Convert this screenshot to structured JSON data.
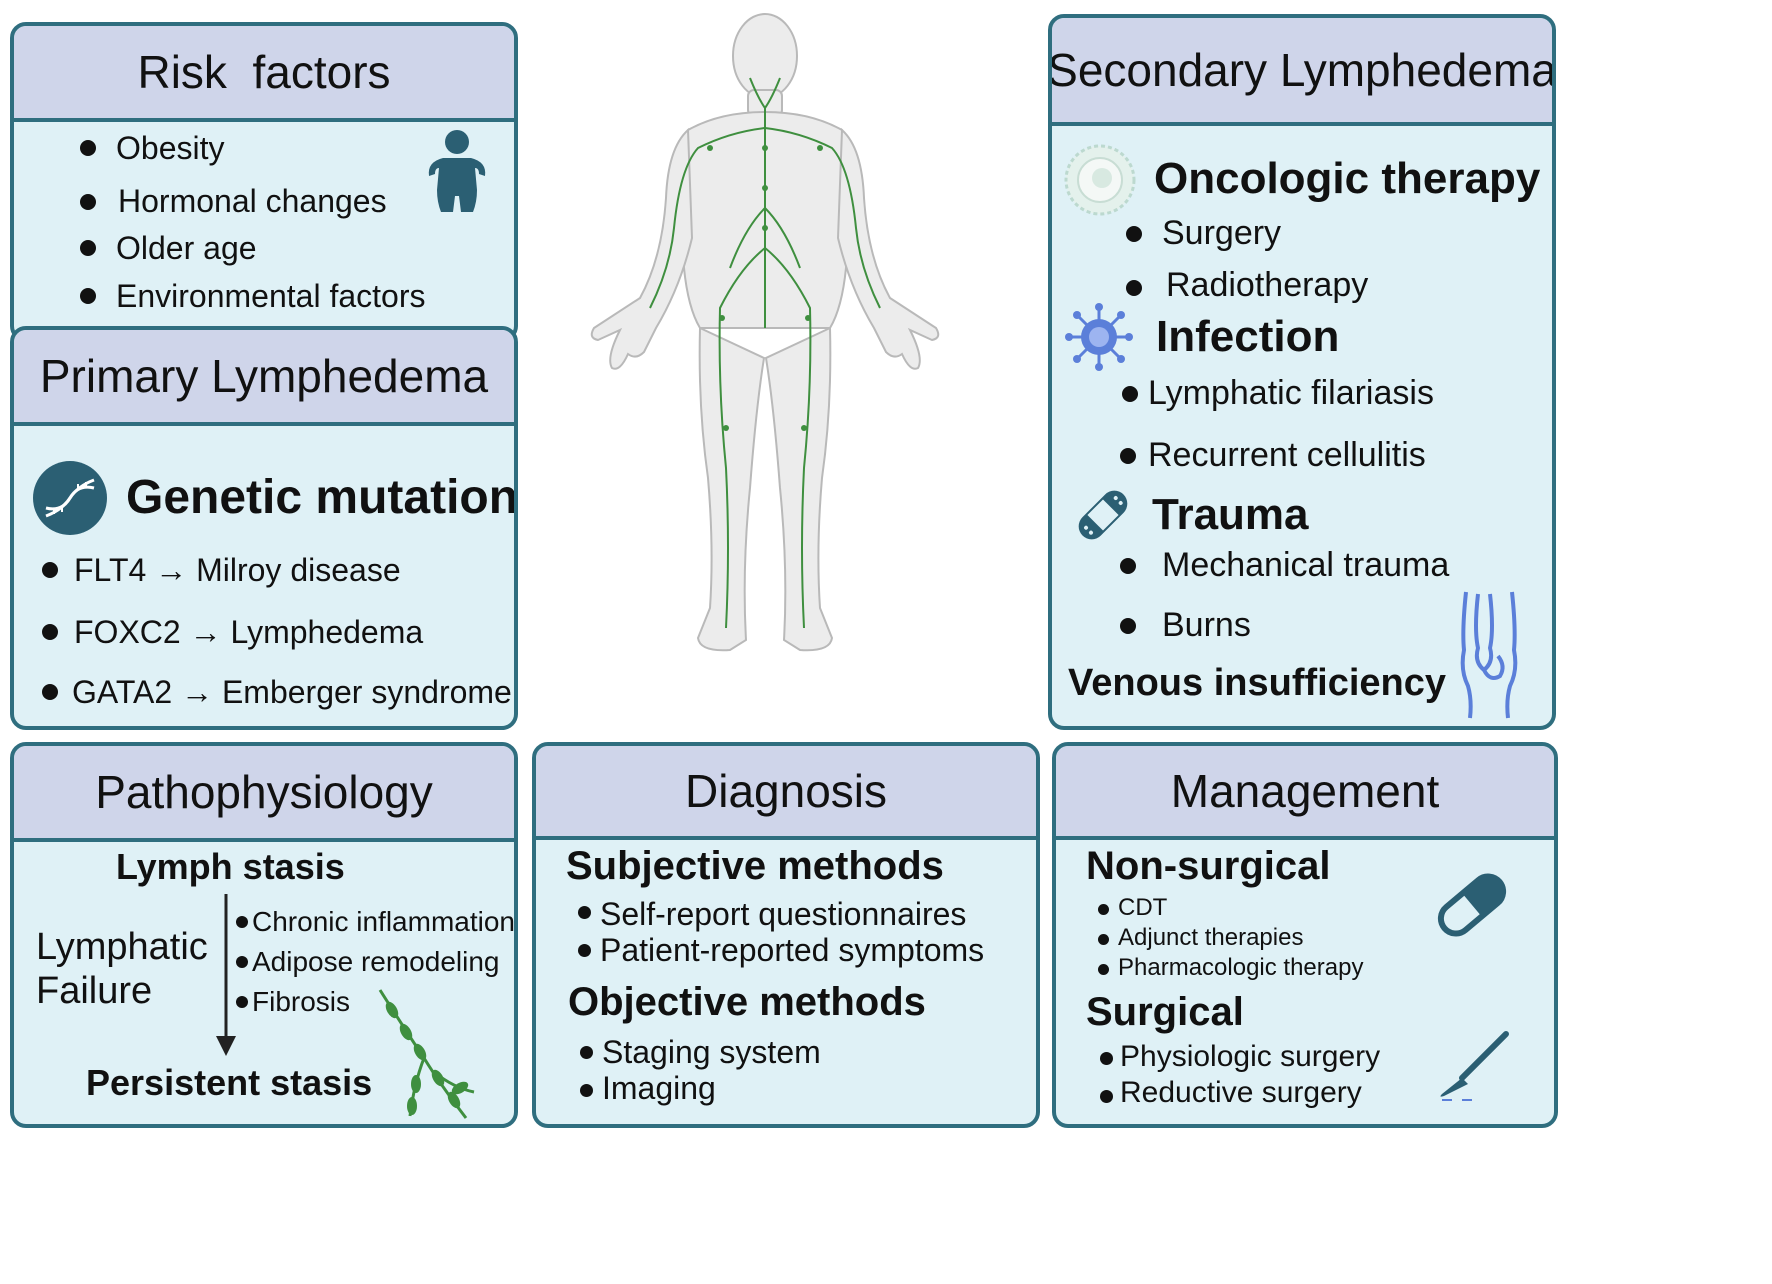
{
  "colors": {
    "panel_fill": "#dff1f6",
    "header_fill": "#cfd5ea",
    "border": "#2f6e7f",
    "icon_dark": "#2b5f73",
    "lymph_green": "#3f8f3f",
    "virus_blue": "#5b7fd9"
  },
  "risk_factors": {
    "title": "Risk  factors",
    "items": [
      "Obesity",
      "Hormonal changes",
      "Older age",
      "Environmental factors"
    ],
    "icon": "obese-person-icon"
  },
  "primary": {
    "title": "Primary Lymphedema",
    "heading": "Genetic mutation",
    "icon": "dna-icon",
    "items": [
      "FLT4 → Milroy disease",
      "FOXC2 → Lymphedema",
      "GATA2 → Emberger syndrome"
    ]
  },
  "body_figure": {
    "icon": "human-lymphatic-system-icon"
  },
  "secondary": {
    "title": "Secondary Lymphedema",
    "oncologic": {
      "heading": "Oncologic therapy",
      "icon": "cancer-cell-icon",
      "items": [
        "Surgery",
        "Radiotherapy"
      ]
    },
    "infection": {
      "heading": "Infection",
      "icon": "virus-icon",
      "items": [
        "Lymphatic filariasis",
        "Recurrent cellulitis"
      ]
    },
    "trauma": {
      "heading": "Trauma",
      "icon": "bandage-icon",
      "items": [
        "Mechanical trauma",
        "Burns"
      ]
    },
    "venous": {
      "heading": "Venous insufficiency",
      "icon": "varicose-veins-icon"
    }
  },
  "pathophysiology": {
    "title": "Pathophysiology",
    "top": "Lymph stasis",
    "left": [
      "Lymphatic",
      "Failure"
    ],
    "items": [
      "Chronic inflammation",
      "Adipose remodeling",
      "Fibrosis"
    ],
    "bottom": "Persistent stasis",
    "icon": "lymph-vessel-icon"
  },
  "diagnosis": {
    "title": "Diagnosis",
    "subjective": {
      "heading": "Subjective methods",
      "items": [
        "Self-report questionnaires",
        "Patient-reported symptoms"
      ]
    },
    "objective": {
      "heading": "Objective methods",
      "items": [
        "Staging system",
        "Imaging"
      ]
    }
  },
  "management": {
    "title": "Management",
    "nonsurgical": {
      "heading": "Non-surgical",
      "icon": "capsule-icon",
      "items": [
        "CDT",
        "Adjunct therapies",
        "Pharmacologic therapy"
      ]
    },
    "surgical": {
      "heading": "Surgical",
      "icon": "scalpel-icon",
      "items": [
        "Physiologic surgery",
        "Reductive surgery"
      ]
    }
  }
}
